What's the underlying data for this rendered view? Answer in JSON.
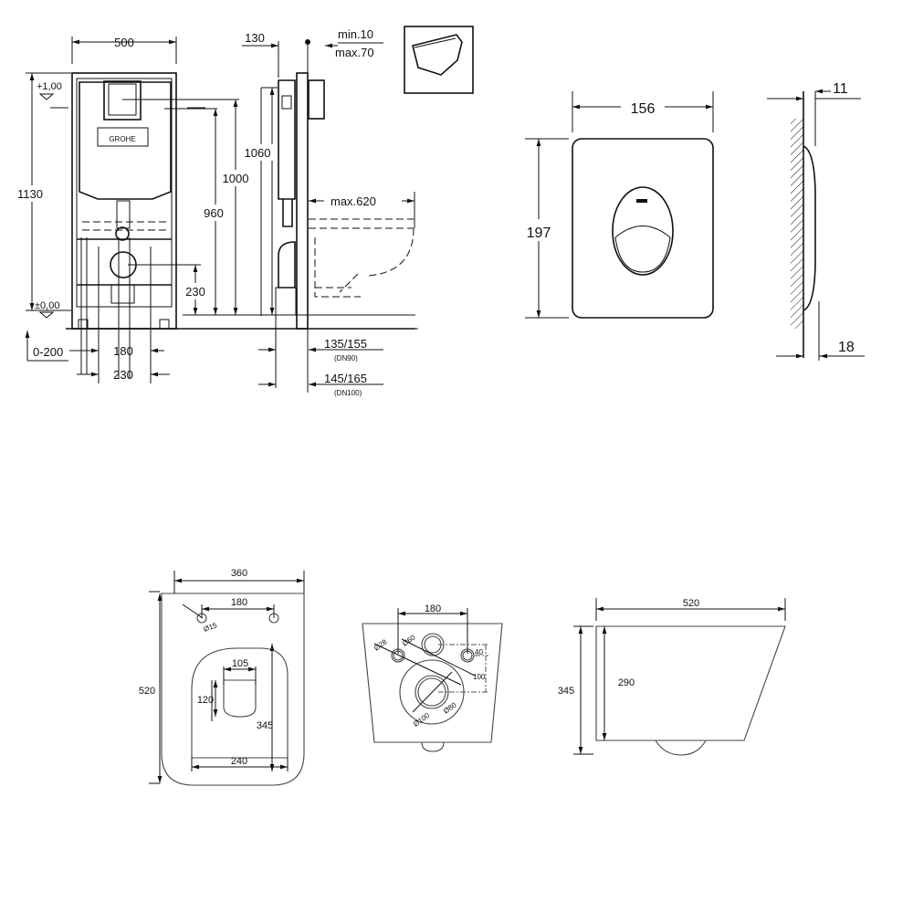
{
  "frame_front": {
    "width": "500",
    "height": "1130",
    "level_top": "+1,00",
    "level_floor": "±0,00",
    "h1000": "1000",
    "h960": "960",
    "h230": "230",
    "h1060": "1060",
    "adj": "0-200",
    "w180": "180",
    "w230": "230",
    "brand": "GROHE"
  },
  "frame_side": {
    "depth": "130",
    "min": "min.10",
    "max": "max.70",
    "reach": "max.620",
    "dn90": "135/155",
    "dn90_label": "(DN90)",
    "dn100": "145/165",
    "dn100_label": "(DN100)"
  },
  "flush_plate": {
    "width": "156",
    "height": "197",
    "depth_top": "11",
    "depth_bottom": "18"
  },
  "toilet_top": {
    "width": "360",
    "length": "520",
    "hole_spacing": "180",
    "hole_dia": "Ø15",
    "seat_w": "105",
    "seat_h": "120",
    "bowl_len": "345",
    "bowl_w": "240"
  },
  "toilet_back": {
    "spacing": "180",
    "d28": "Ø28",
    "d60": "Ø60",
    "v40": "40",
    "v100": "100",
    "d80": "Ø80",
    "d100": "Ø100"
  },
  "toilet_side": {
    "length": "520",
    "height": "345",
    "inner_h": "290"
  }
}
